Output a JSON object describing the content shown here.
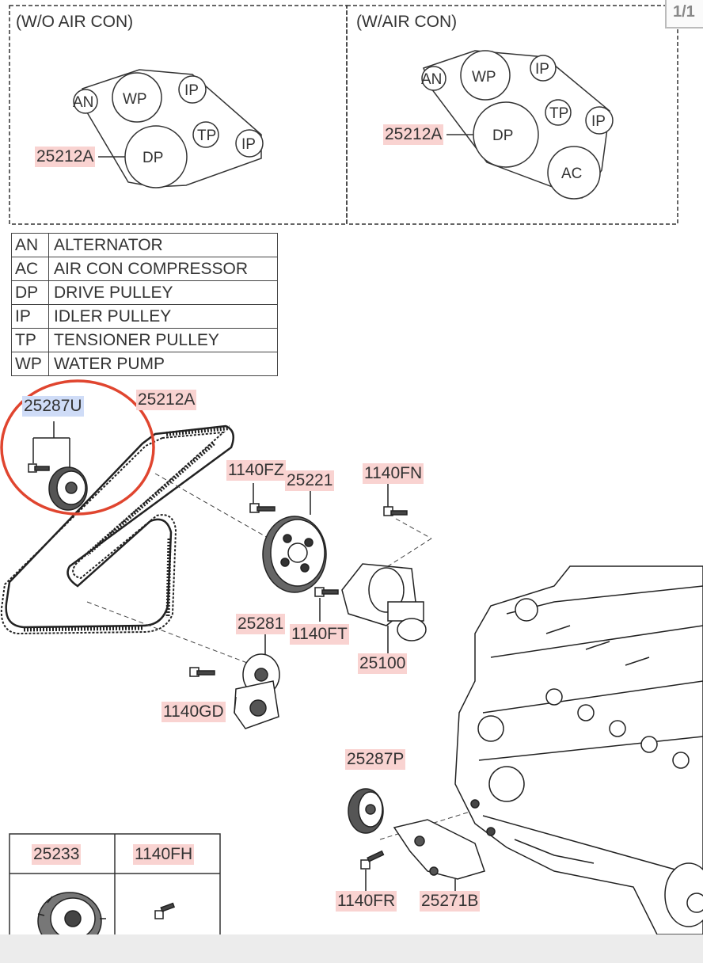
{
  "page_indicator": "1/1",
  "sections": {
    "without_ac": "(W/O AIR CON)",
    "with_ac": "(W/AIR CON)"
  },
  "pulleys": {
    "an": "AN",
    "wp": "WP",
    "ip": "IP",
    "tp": "TP",
    "dp": "DP",
    "ac": "AC"
  },
  "legend": [
    {
      "abbr": "AN",
      "desc": "ALTERNATOR"
    },
    {
      "abbr": "AC",
      "desc": "AIR CON COMPRESSOR"
    },
    {
      "abbr": "DP",
      "desc": "DRIVE PULLEY"
    },
    {
      "abbr": "IP",
      "desc": "IDLER PULLEY"
    },
    {
      "abbr": "TP",
      "desc": "TENSIONER PULLEY"
    },
    {
      "abbr": "WP",
      "desc": "WATER PUMP"
    }
  ],
  "parts": {
    "belt_top_left": "25212A",
    "belt_top_right": "25212A",
    "idler_highlighted": "25287U",
    "belt_main": "25212A",
    "bolt_1140fz": "1140FZ",
    "pulley_25221": "25221",
    "bolt_1140fn": "1140FN",
    "tensioner_25281": "25281",
    "bolt_1140ft": "1140FT",
    "water_pump_25100": "25100",
    "bolt_1140gd": "1140GD",
    "idler_25287p": "25287P",
    "bracket_25271b": "25271B",
    "bolt_1140fr": "1140FR",
    "fan_clutch_25233": "25233",
    "bolt_1140fh": "1140FH"
  },
  "colors": {
    "label_bg": "#f9d3d1",
    "highlight_bg": "#cfdcf7",
    "annotation_circle": "#e0452f"
  }
}
